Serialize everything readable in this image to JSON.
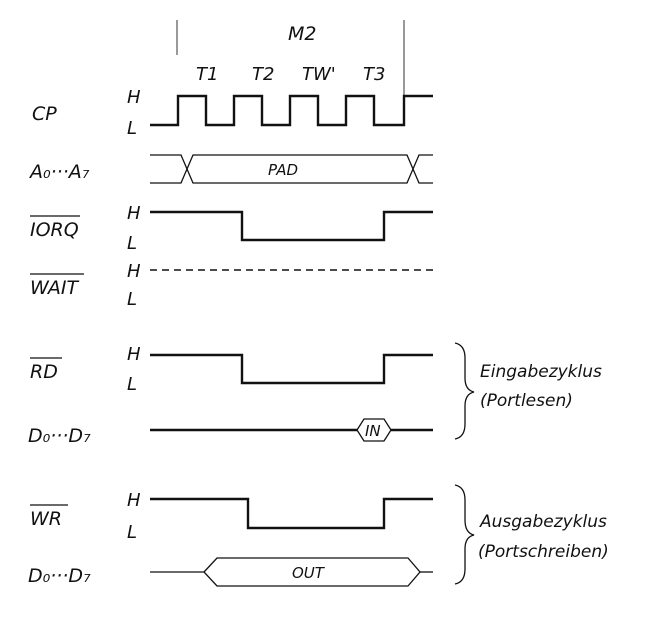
{
  "cycle": {
    "label": "M2",
    "states": [
      "T1",
      "T2",
      "TW'",
      "T3"
    ]
  },
  "signals": {
    "cp": {
      "name": "CP"
    },
    "addr": {
      "name": "A₀···A₇",
      "bus_value": "PAD"
    },
    "iorq": {
      "name": "IORQ"
    },
    "wait": {
      "name": "WAIT"
    },
    "rd": {
      "name": "RD"
    },
    "dbus_in": {
      "name": "D₀···D₇",
      "bus_value": "IN"
    },
    "wr": {
      "name": "WR"
    },
    "dbus_out": {
      "name": "D₀···D₇",
      "bus_value": "OUT"
    }
  },
  "levels": {
    "high": "H",
    "low": "L"
  },
  "annotations": {
    "input_cycle": {
      "title": "Eingabezyklus",
      "subtitle": "(Portlesen)"
    },
    "output_cycle": {
      "title": "Ausgabezyklus",
      "subtitle": "(Portschreiben)"
    }
  }
}
